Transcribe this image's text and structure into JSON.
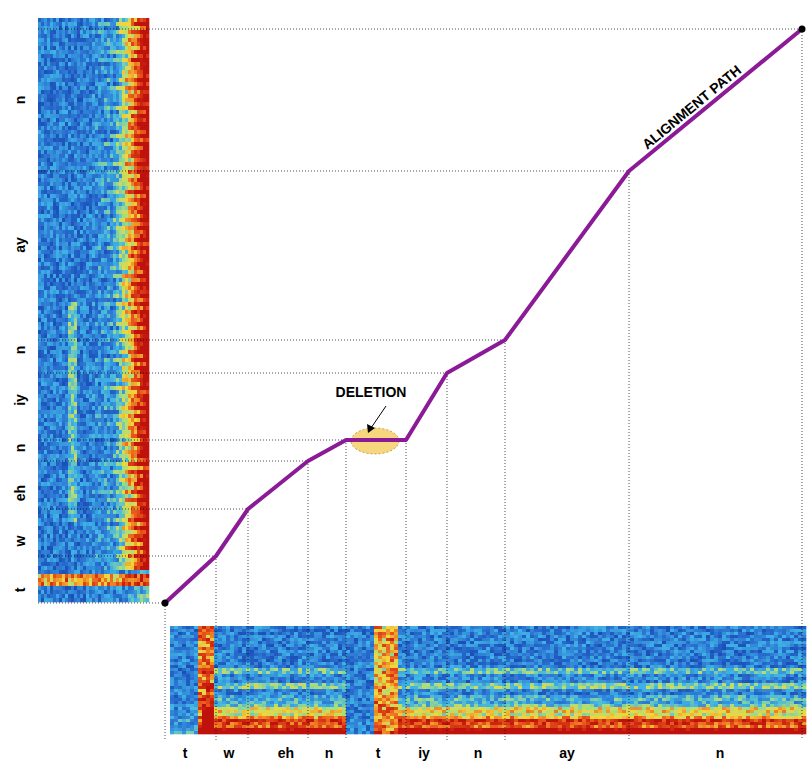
{
  "diagram": {
    "labels": [
      "n",
      "ay",
      "n",
      "iy",
      "n",
      "eh",
      "w",
      "t",
      "DELETION",
      "ALIGNMENT PATH",
      "t",
      "w",
      "eh",
      "n",
      "t",
      "iy",
      "n",
      "ay",
      "n"
    ]
  }
}
